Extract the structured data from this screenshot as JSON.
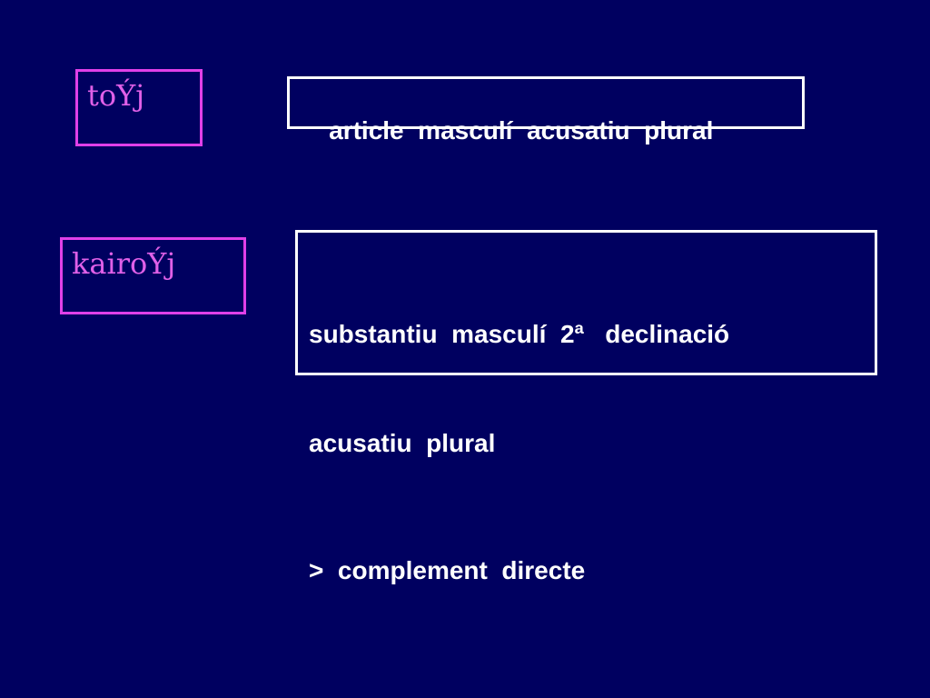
{
  "slide": {
    "word_1": "toÝj",
    "gloss_1": "article  masculí  acusatiu  plural",
    "word_2": "kairoÝj",
    "gloss_2": {
      "line_1": "substantiu  masculí  2ª   declinació",
      "line_2": "acusatiu  plural",
      "line_3": ">  complement  directe"
    }
  },
  "colors": {
    "background": "#000060",
    "word_box_border": "#e040e8",
    "word_text": "#e060e8",
    "gloss_text": "#ffffff"
  }
}
